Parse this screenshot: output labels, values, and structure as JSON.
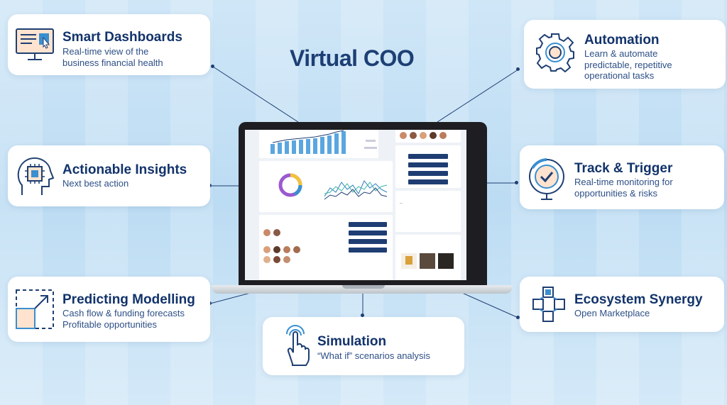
{
  "title": {
    "part1": "Virtual",
    "part2": "COO"
  },
  "features": [
    {
      "title": "Smart Dashboards",
      "desc": [
        "Real-time view of the",
        "business financial health"
      ],
      "icon": "monitor-icon"
    },
    {
      "title": "Actionable Insights",
      "desc": [
        "Next best action"
      ],
      "icon": "ai-head-icon"
    },
    {
      "title": "Predicting Modelling",
      "desc": [
        "Cash flow & funding forecasts",
        "Profitable opportunities"
      ],
      "icon": "expand-arrow-icon"
    },
    {
      "title": "Simulation",
      "desc": [
        "“What if” scenarios analysis"
      ],
      "icon": "touch-hand-icon"
    },
    {
      "title": "Automation",
      "desc": [
        "Learn & automate",
        "predictable, repetitive",
        "operational tasks"
      ],
      "icon": "gear-icon"
    },
    {
      "title": "Track & Trigger",
      "desc": [
        "Real-time monitoring for",
        "opportunities & risks"
      ],
      "icon": "target-check-icon"
    },
    {
      "title": "Ecosystem Synergy",
      "desc": [
        "Open Marketplace"
      ],
      "icon": "network-cubes-icon"
    }
  ],
  "colors": {
    "navy": "#12336b",
    "accent": "#1f3f73",
    "icon_blue": "#3a8fd0",
    "icon_orange": "#f3a26b"
  }
}
